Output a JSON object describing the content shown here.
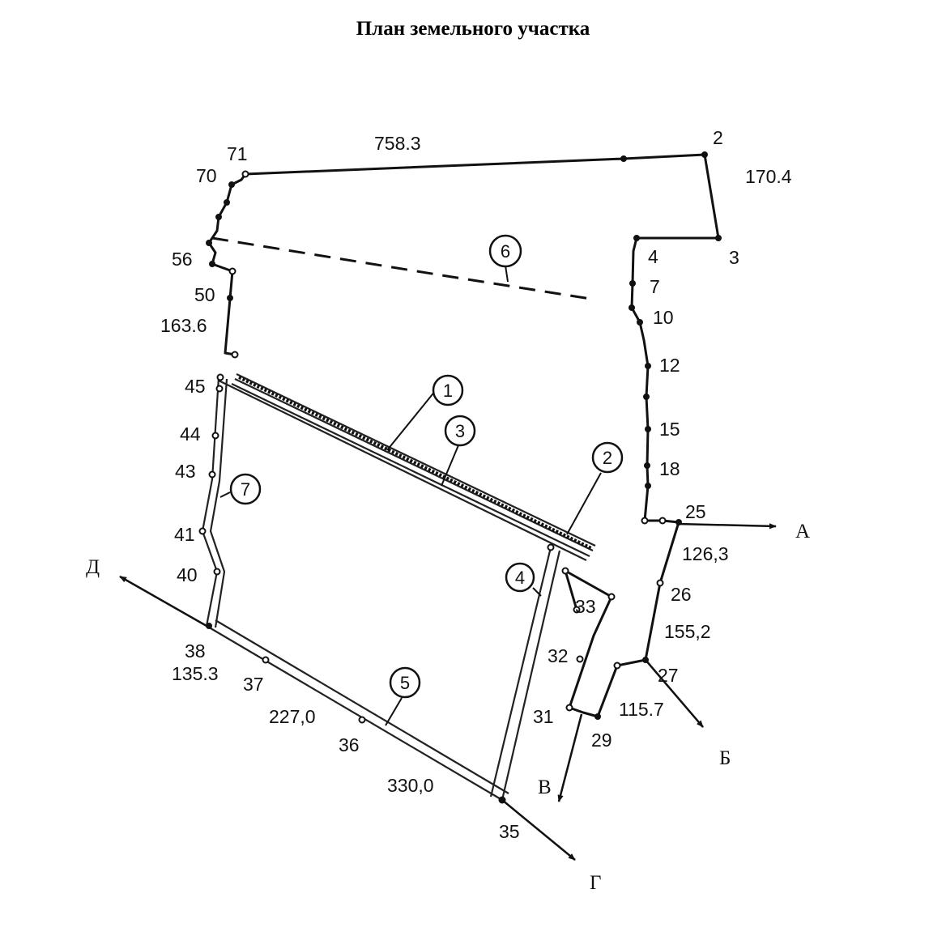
{
  "title": "План земельного участка",
  "point_labels": {
    "p2": "2",
    "p3": "3",
    "p4": "4",
    "p7": "7",
    "p10": "10",
    "p12": "12",
    "p15": "15",
    "p18": "18",
    "p25": "25",
    "p26": "26",
    "p27": "27",
    "p29": "29",
    "p31": "31",
    "p32": "32",
    "p33": "33",
    "p35": "35",
    "p36": "36",
    "p37": "37",
    "p38": "38",
    "p40": "40",
    "p41": "41",
    "p43": "43",
    "p44": "44",
    "p45": "45",
    "p50": "50",
    "p56": "56",
    "p70": "70",
    "p71": "71"
  },
  "distances": {
    "d758": "758.3",
    "d170": "170.4",
    "d163": "163.6",
    "d126": "126,3",
    "d155": "155,2",
    "d115": "115.7",
    "d135": "135.3",
    "d227": "227,0",
    "d330": "330,0"
  },
  "references": [
    "1",
    "2",
    "3",
    "4",
    "5",
    "6",
    "7"
  ],
  "directions": {
    "a": "А",
    "b": "Б",
    "v": "В",
    "g": "Г",
    "d": "Д"
  }
}
